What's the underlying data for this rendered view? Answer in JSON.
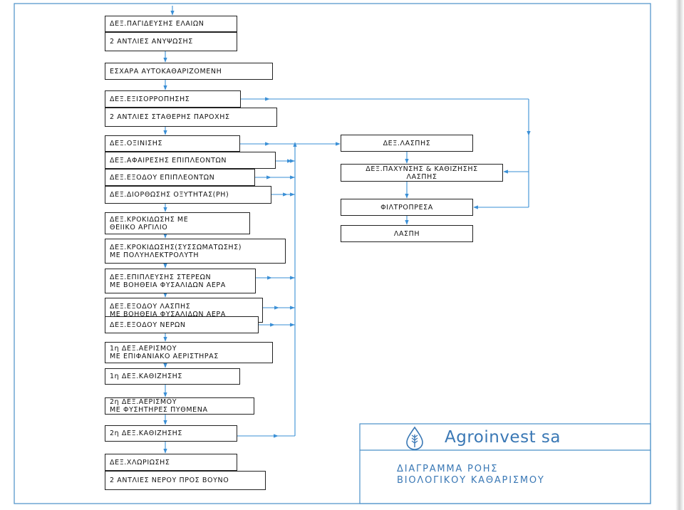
{
  "flow": [
    {
      "id": "pagideftis",
      "lines": [
        "ΔΕΞ.ΠΑΓΙΔΕΥΣΗΣ ΕΛΑΙΩΝ"
      ]
    },
    {
      "id": "antlies_anypsosis",
      "lines": [
        "2 ΑΝΤΛΙΕΣ ΑΝΥΨΩΣΗΣ"
      ]
    },
    {
      "id": "eschara",
      "lines": [
        "ΕΣΧΑΡΑ ΑΥΤΟΚΑΘΑΡΙΖΟΜΕΝΗ"
      ]
    },
    {
      "id": "exisorropisis",
      "lines": [
        "ΔΕΞ.ΕΞΙΣΟΡΡΟΠΗΣΗΣ"
      ]
    },
    {
      "id": "antlies_statheris",
      "lines": [
        "2 ΑΝΤΛΙΕΣ ΣΤΑΘΕΡΗΣ ΠΑΡΟΧΗΣ"
      ]
    },
    {
      "id": "oxinisis",
      "lines": [
        "ΔΕΞ.ΟΞΙΝΙΣΗΣ"
      ]
    },
    {
      "id": "afairesis",
      "lines": [
        "ΔΕΞ.ΑΦΑΙΡΕΣΗΣ ΕΠΙΠΛΕΟΝΤΩΝ"
      ]
    },
    {
      "id": "exodou_epipleonton",
      "lines": [
        "ΔΕΞ.ΕΞΟΔΟΥ ΕΠΙΠΛΕΟΝΤΩΝ"
      ]
    },
    {
      "id": "diorthosis",
      "lines": [
        "ΔΕΞ.ΔΙΟΡΘΩΣΗΣ ΟΞΥΤΗΤΑΣ(PH)"
      ]
    },
    {
      "id": "krokidosis_theiko",
      "lines": [
        "ΔΕΞ.ΚΡΟΚΙΔΩΣΗΣ ΜΕ",
        "ΘΕΙΙΚΟ ΑΡΓΙΛΙΟ"
      ]
    },
    {
      "id": "krokidosis_poly",
      "lines": [
        "ΔΕΞ.ΚΡΟΚΙΔΩΣΗΣ(ΣΥΣΣΩΜΑΤΩΣΗΣ)",
        "ΜΕ ΠΟΛΥΗΛΕΚΤΡΟΛΥΤΗ"
      ]
    },
    {
      "id": "epiplefsis",
      "lines": [
        "ΔΕΞ.ΕΠΙΠΛΕΥΣΗΣ ΣΤΕΡΕΩΝ",
        "ΜΕ ΒΟΗΘΕΙΑ ΦΥΣΑΛΙΔΩΝ ΑΕΡΑ"
      ]
    },
    {
      "id": "exodou_laspis",
      "lines": [
        "ΔΕΞ.ΕΞΟΔΟΥ ΛΑΣΠΗΣ",
        "ΜΕ ΒΟΗΘΕΙΑ ΦΥΣΑΛΙΔΩΝ ΑΕΡΑ"
      ]
    },
    {
      "id": "exodou_nerou",
      "lines": [
        "ΔΕΞ.ΕΞΟΔΟΥ ΝΕΡΩΝ"
      ]
    },
    {
      "id": "aerismou1",
      "lines": [
        "1η ΔΕΞ.ΑΕΡΙΣΜΟΥ",
        "ΜΕ ΕΠΙΦΑΝΙΑΚΟ ΑΕΡΙΣΤΗΡΑΣ"
      ]
    },
    {
      "id": "kathizisis1",
      "lines": [
        "1η ΔΕΞ.ΚΑΘΙΖΗΣΗΣ"
      ]
    },
    {
      "id": "aerismou2",
      "lines": [
        "2η ΔΕΞ.ΑΕΡΙΣΜΟΥ",
        "ΜΕ ΦΥΣΗΤΗΡΕΣ ΠΥΘΜΕΝΑ"
      ]
    },
    {
      "id": "kathizisis2",
      "lines": [
        "2η ΔΕΞ.ΚΑΘΙΖΗΣΗΣ"
      ]
    },
    {
      "id": "chlorioseos",
      "lines": [
        "ΔΕΞ.ΧΛΩΡΙΩΣΗΣ"
      ]
    },
    {
      "id": "antlies_nerou",
      "lines": [
        "2 ΑΝΤΛΙΕΣ ΝΕΡΟΥ ΠΡΟΣ ΒΟΥΝΟ"
      ]
    }
  ],
  "sludge": [
    {
      "id": "laspis",
      "lines": [
        "ΔΕΞ.ΛΑΣΠΗΣ"
      ]
    },
    {
      "id": "pachynsis",
      "lines": [
        "ΔΕΞ.ΠΑΧΥΝΣΗΣ & ΚΑΘΙΖΗΣΗΣ",
        "ΛΑΣΠΗΣ"
      ]
    },
    {
      "id": "filtropresa",
      "lines": [
        "ΦΙΛΤΡΟΠΡΕΣΑ"
      ]
    },
    {
      "id": "laspi",
      "lines": [
        "ΛΑΣΠΗ"
      ]
    }
  ],
  "title_block": {
    "company": "Agroinvest sa",
    "title_line1": "ΔΙΑΓΡΑΜΜΑ ΡΟΗΣ",
    "title_line2": "ΒΙΟΛΟΓΙΚΟΥ ΚΑΘΑΡΙΣΜΟΥ",
    "logo_icon": "water-drop-wheat-icon"
  },
  "colors": {
    "frame": "#4a90c8",
    "arrow": "#3a8fd6",
    "brand": "#3a78b5",
    "box_border": "#222222"
  }
}
